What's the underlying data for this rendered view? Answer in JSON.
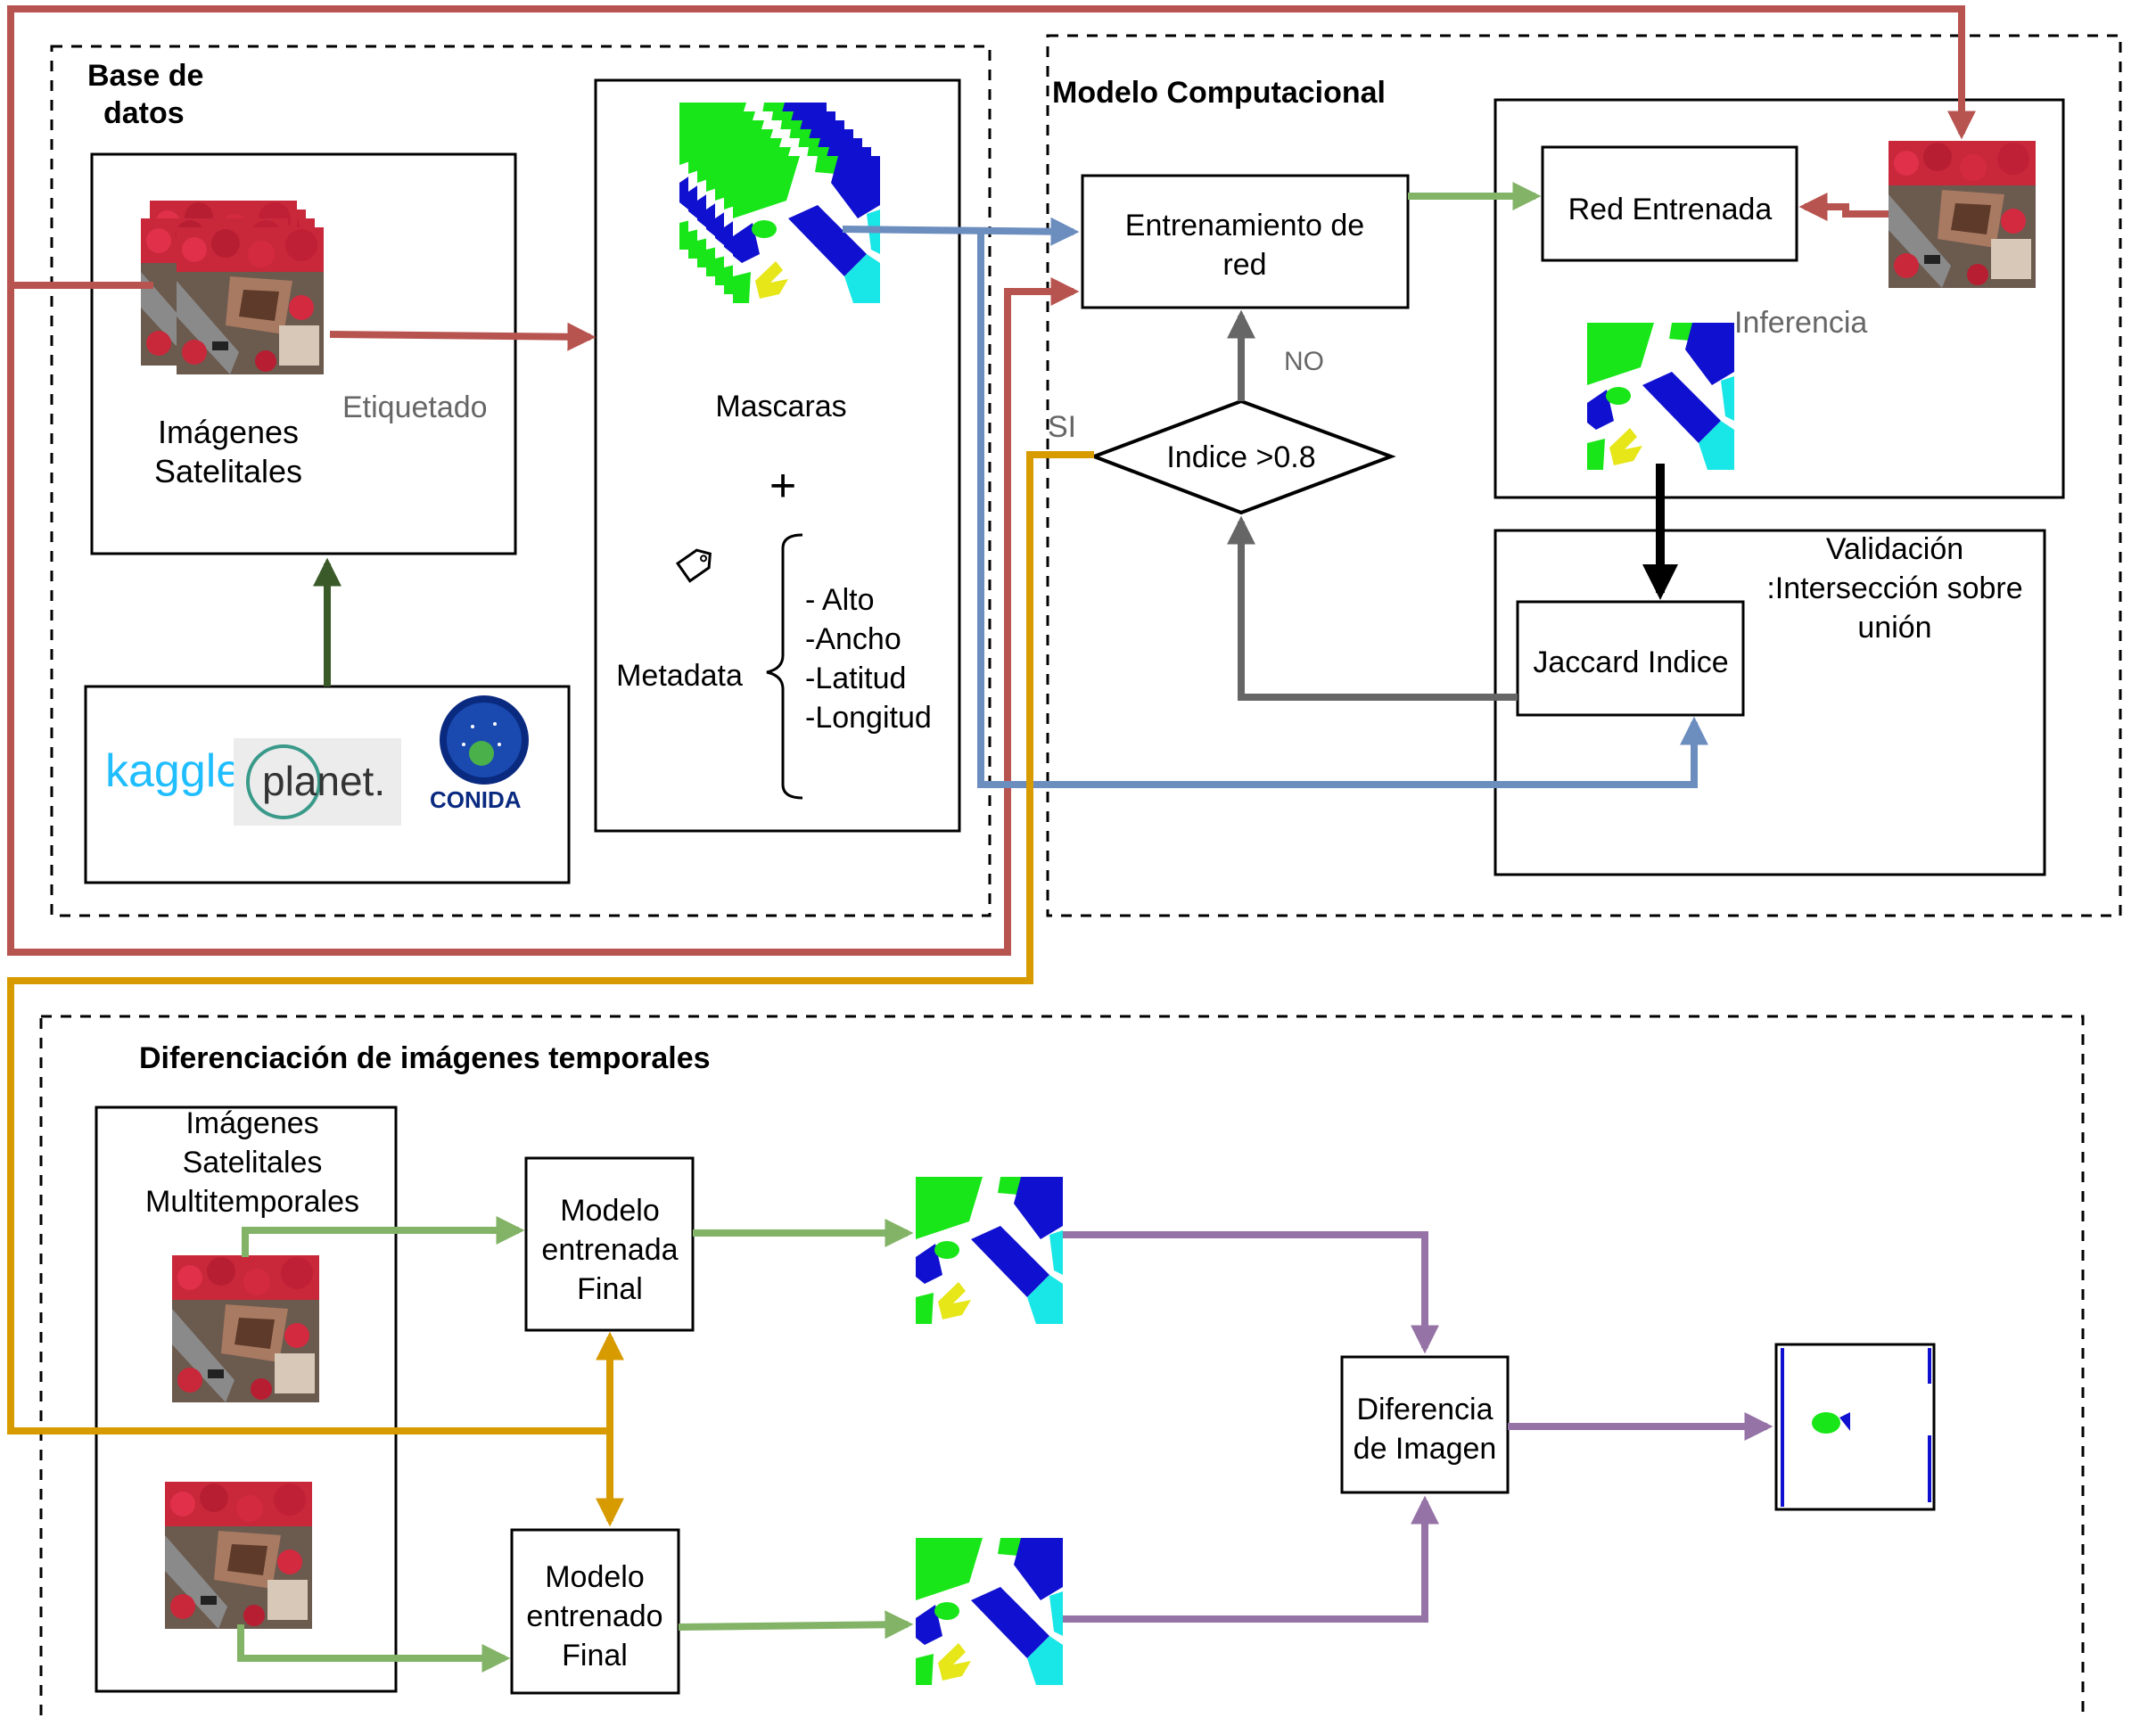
{
  "sections": {
    "base_datos": "Base de\ndatos",
    "modelo": "Modelo Computacional",
    "diferenciacion": "Diferenciación de imágenes temporales"
  },
  "boxes": {
    "imagenes": "Imágenes\nSatelitales",
    "etiquetado": "Etiquetado",
    "mascaras": "Mascaras",
    "plus": "+",
    "metadata": "Metadata",
    "meta_items": [
      "- Alto",
      "-Ancho",
      "-Latitud",
      "-Longitud"
    ],
    "entrenamiento": "Entrenamiento de\nred",
    "red_entrenada": "Red Entrenada",
    "inferencia": "Inferencia",
    "indice": "Indice >0.8",
    "no": "NO",
    "si": "SI",
    "jaccard": "Jaccard Indice",
    "validacion": "Validación\n:Intersección sobre\nunión",
    "multitemporales": "Imágenes\nSatelitales\nMultitemporales",
    "modelo_final_1": "Modelo\nentrenada\nFinal",
    "modelo_final_2": "Modelo\nentrenado\nFinal",
    "diferencia": "Diferencia\nde Imagen"
  },
  "logos": {
    "kaggle": "kaggle",
    "planet": "planet.",
    "conida": "CONIDA"
  },
  "colors": {
    "red": "#b85450",
    "blue": "#6c8ebf",
    "green": "#82b366",
    "purple": "#9673a6",
    "orange": "#d79b00",
    "gray": "#666666",
    "darkgreen": "#3a5a2a",
    "mask_green": "#19e619",
    "mask_blue": "#1010d0",
    "mask_cyan": "#19e6e6",
    "mask_yellow": "#e6e619"
  }
}
